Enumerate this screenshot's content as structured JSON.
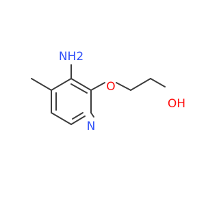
{
  "molecule": {
    "atoms": {
      "amino": "NH2",
      "ring_nitrogen": "N",
      "ether_oxygen": "O",
      "hydroxyl": "OH"
    },
    "colors": {
      "bond": "#3c3c3c",
      "nitrogen": "#3050f8",
      "oxygen": "#ff0d0d"
    }
  }
}
